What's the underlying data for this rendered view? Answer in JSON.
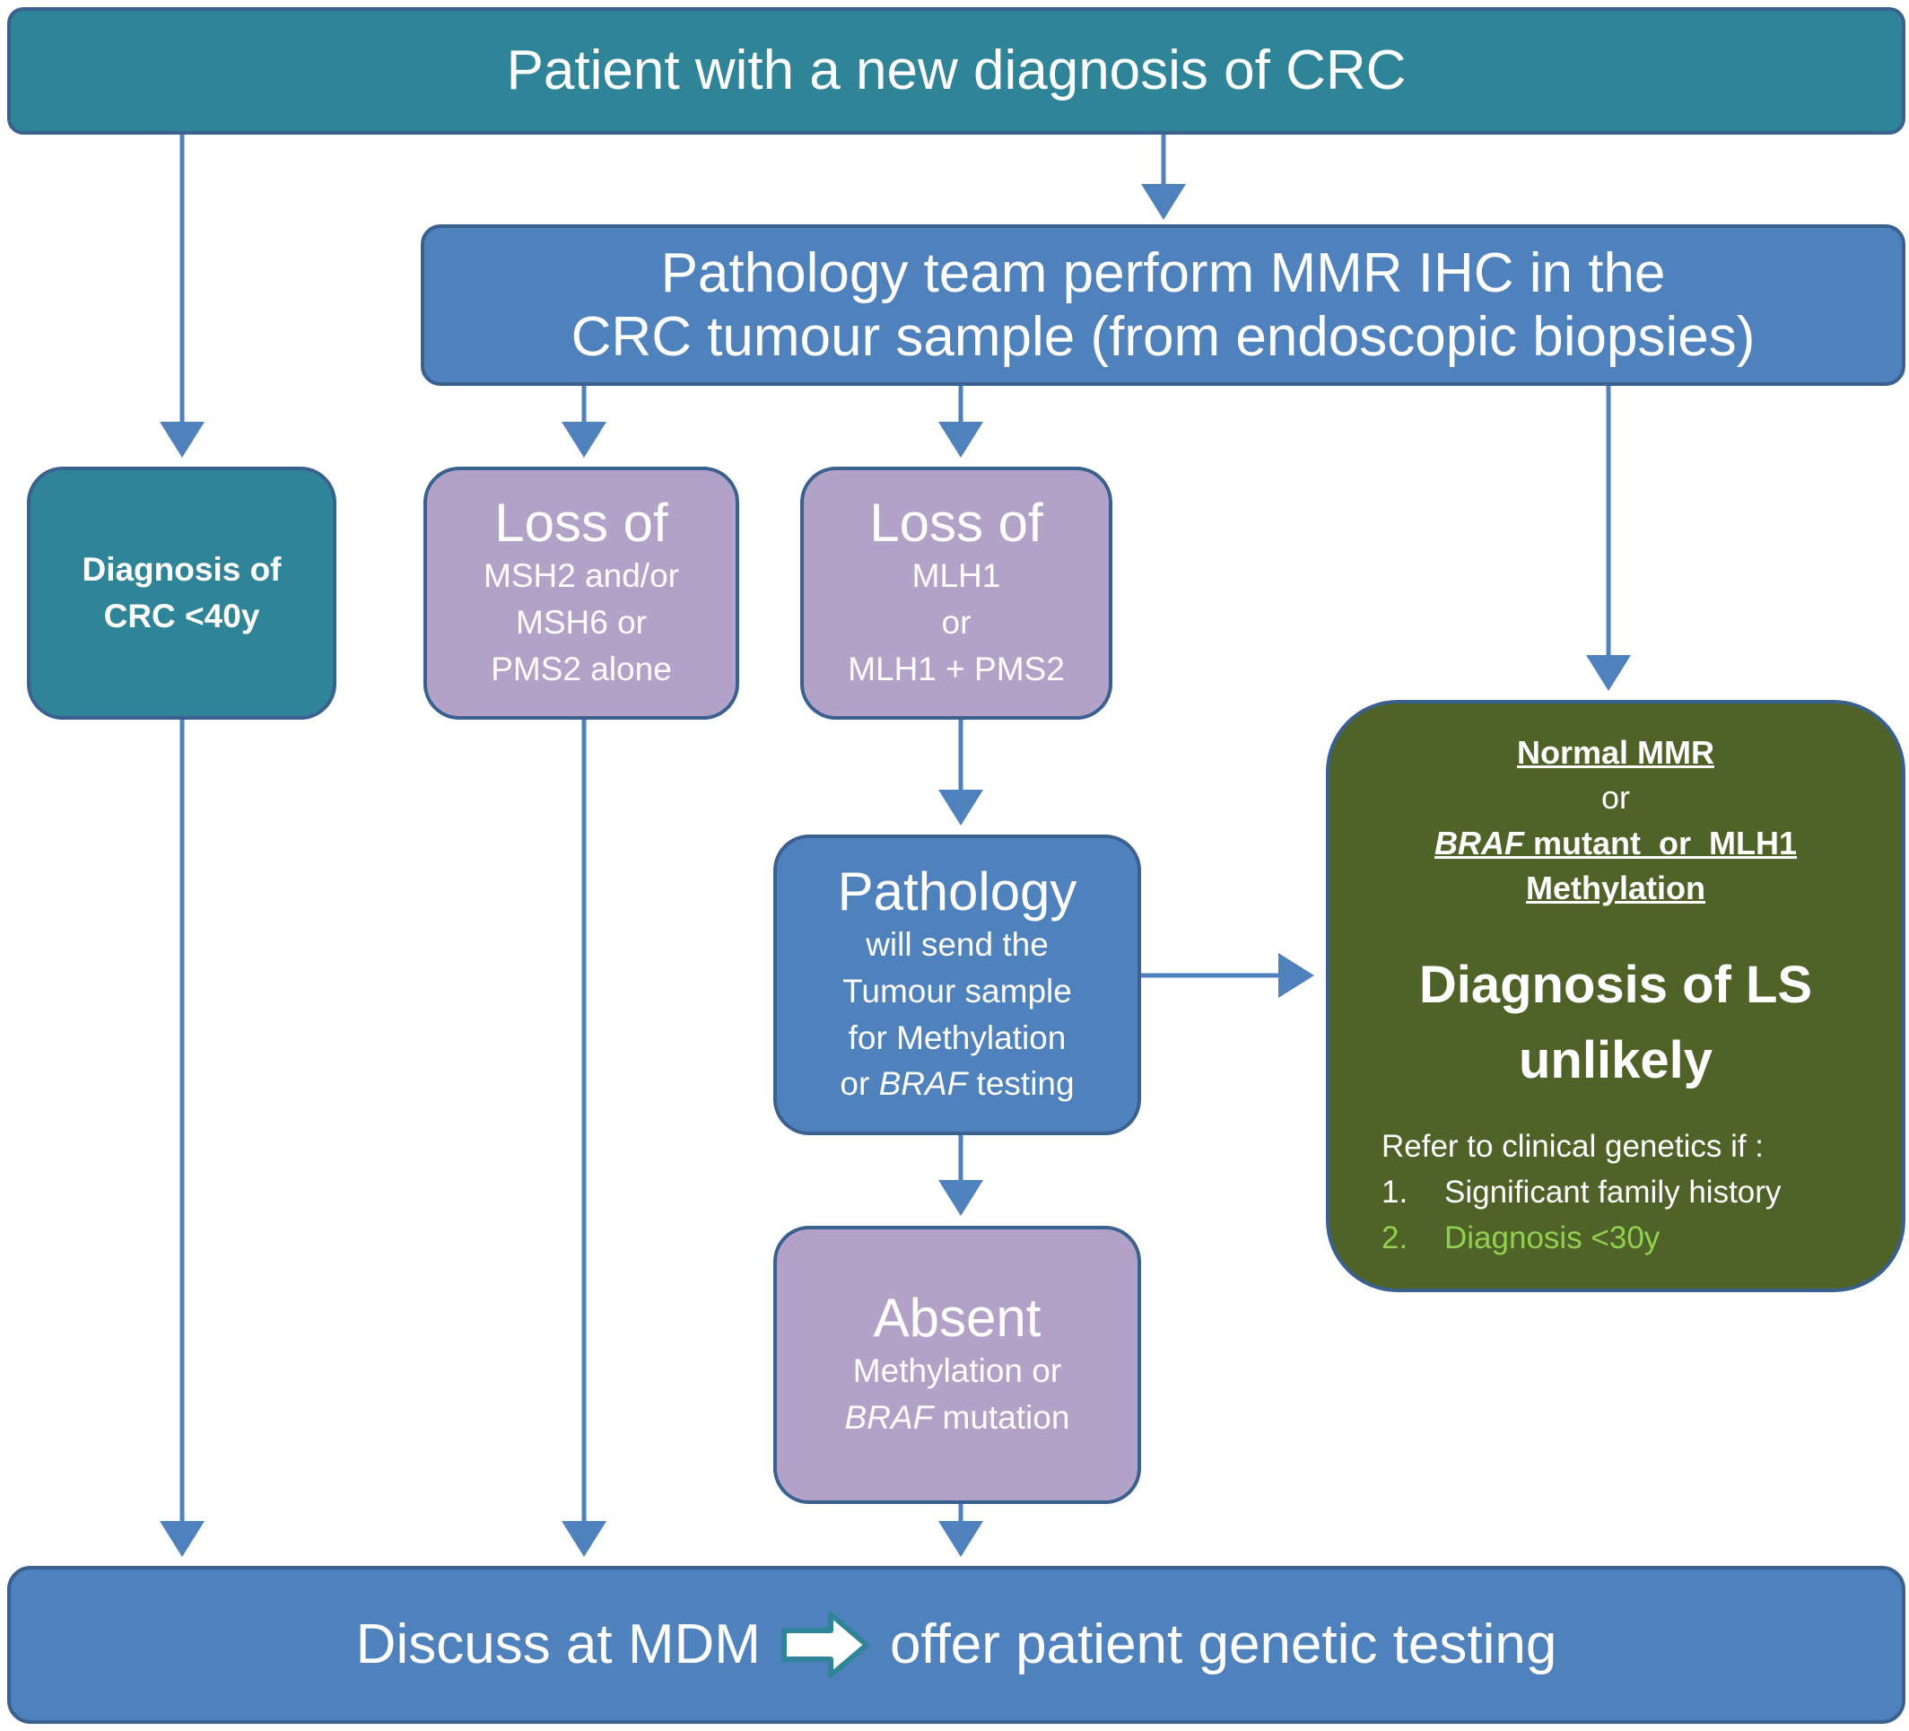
{
  "top_box": {
    "text": "Patient with a new diagnosis of CRC"
  },
  "pathology_ihc": {
    "line1": "Pathology team perform MMR IHC in the",
    "line2": "CRC tumour sample (from endoscopic biopsies)"
  },
  "diag_under40": {
    "line1": "Diagnosis of",
    "line2": "CRC <40y"
  },
  "loss_msh2": {
    "title": "Loss of",
    "line1": "MSH2 and/or",
    "line2": "MSH6 or",
    "line3": "PMS2 alone"
  },
  "loss_mlh1": {
    "title": "Loss of",
    "line1": "MLH1",
    "line2": "or",
    "line3": "MLH1 + PMS2"
  },
  "pathology_send": {
    "title": "Pathology",
    "line1": "will send the",
    "line2": "Tumour sample",
    "line3": "for Methylation",
    "line4_prefix": "or ",
    "line4_italic": "BRAF",
    "line4_suffix": " testing"
  },
  "absent": {
    "title": "Absent",
    "line1": "Methylation or",
    "line2_italic": "BRAF",
    "line2_suffix": " mutation"
  },
  "ls_unlikely": {
    "normal_mmr": "Normal MMR",
    "or": "or",
    "braf_italic": "BRAF",
    "braf_rest": " mutant  or  MLH1",
    "methylation": "Methylation",
    "headline1": "Diagnosis of LS",
    "headline2": "unlikely",
    "refer": "Refer to clinical genetics if :",
    "items": [
      {
        "num": "1.",
        "text": "Significant family history"
      },
      {
        "num": "2.",
        "text": "Diagnosis <30y"
      }
    ]
  },
  "bottom_box": {
    "left": "Discuss at MDM",
    "right": "offer patient genetic testing"
  },
  "colors": {
    "teal": "#2f8597",
    "blue": "#4f81bd",
    "purple": "#b3a2c7",
    "green": "#4f6228",
    "highlight_green": "#92d050",
    "arrow": "#4f81bd"
  }
}
